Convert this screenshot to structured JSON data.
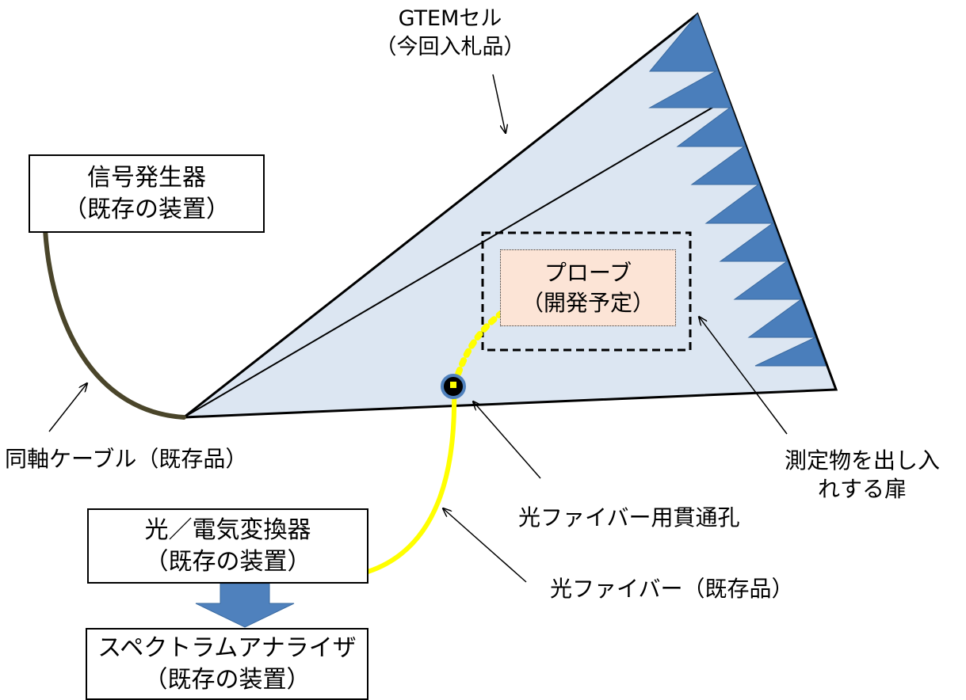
{
  "gtem": {
    "line1": "GTEMセル",
    "line2": "（今回入札品）"
  },
  "signal_gen": {
    "line1": "信号発生器",
    "line2": "（既存の装置）"
  },
  "probe": {
    "line1": "プローブ",
    "line2": "（開発予定）"
  },
  "coax_label": "同軸ケーブル（既存品）",
  "door_label": {
    "line1": "測定物を出し入",
    "line2": "れする扉"
  },
  "hole_label": "光ファイバー用貫通孔",
  "oe_converter": {
    "line1": "光／電気変換器",
    "line2": "（既存の装置）"
  },
  "fiber_label": "光ファイバー（既存品）",
  "analyzer": {
    "line1": "スペクトラムアナライザ",
    "line2": "（既存の装置）"
  },
  "colors": {
    "cell_fill": "#dce6f2",
    "absorber": "#4a7ebb",
    "fiber": "#ffff00",
    "cable": "#4a452a",
    "probe_fill": "#fce4d6",
    "arrow_fill": "#4f81bd"
  }
}
